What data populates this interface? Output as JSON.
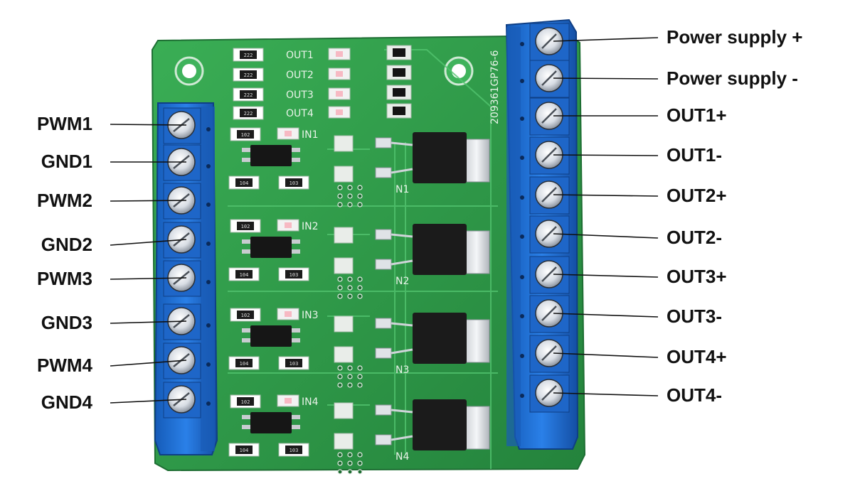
{
  "left_terminals": [
    {
      "label": "PWM1"
    },
    {
      "label": "GND1"
    },
    {
      "label": "PWM2"
    },
    {
      "label": "GND2"
    },
    {
      "label": "PWM3"
    },
    {
      "label": "GND3"
    },
    {
      "label": "PWM4"
    },
    {
      "label": "GND4"
    }
  ],
  "right_terminals": [
    {
      "label": "Power supply +"
    },
    {
      "label": "Power supply -"
    },
    {
      "label": "OUT1+"
    },
    {
      "label": "OUT1-"
    },
    {
      "label": "OUT2+"
    },
    {
      "label": "OUT2-"
    },
    {
      "label": "OUT3+"
    },
    {
      "label": "OUT3-"
    },
    {
      "label": "OUT4+"
    },
    {
      "label": "OUT4-"
    }
  ],
  "silkscreen": {
    "out_leds": [
      "OUT1",
      "OUT2",
      "OUT3",
      "OUT4"
    ],
    "in_leds": [
      "IN1",
      "IN2",
      "IN3",
      "IN4"
    ],
    "mosfets": [
      "N1",
      "N2",
      "N3",
      "N4"
    ],
    "board_code": "209361GP76-6",
    "resistor_codes": [
      "222",
      "222",
      "222",
      "222"
    ],
    "in_resistor_codes": [
      "102",
      "102",
      "102",
      "102"
    ],
    "low_resistor_codes": [
      "104",
      "103",
      "104",
      "103",
      "104",
      "103",
      "104",
      "103"
    ]
  },
  "colors": {
    "pcb": "#2e9a4a",
    "terminal": "#1f6fd6",
    "chip": "#1a1a1a",
    "led": "#f2f2f2"
  }
}
